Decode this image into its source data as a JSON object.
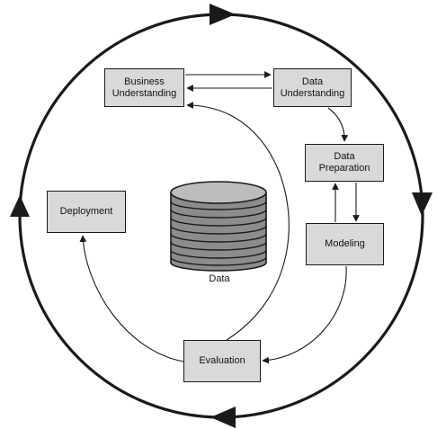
{
  "nodes": {
    "business_understanding": "Business\nUnderstanding",
    "data_understanding": "Data\nUnderstanding",
    "data_preparation": "Data\nPreparation",
    "modeling": "Modeling",
    "deployment": "Deployment",
    "evaluation": "Evaluation",
    "data": "Data"
  },
  "colors": {
    "box_fill": "#d9d9d9",
    "line": "#1a1a1a"
  }
}
